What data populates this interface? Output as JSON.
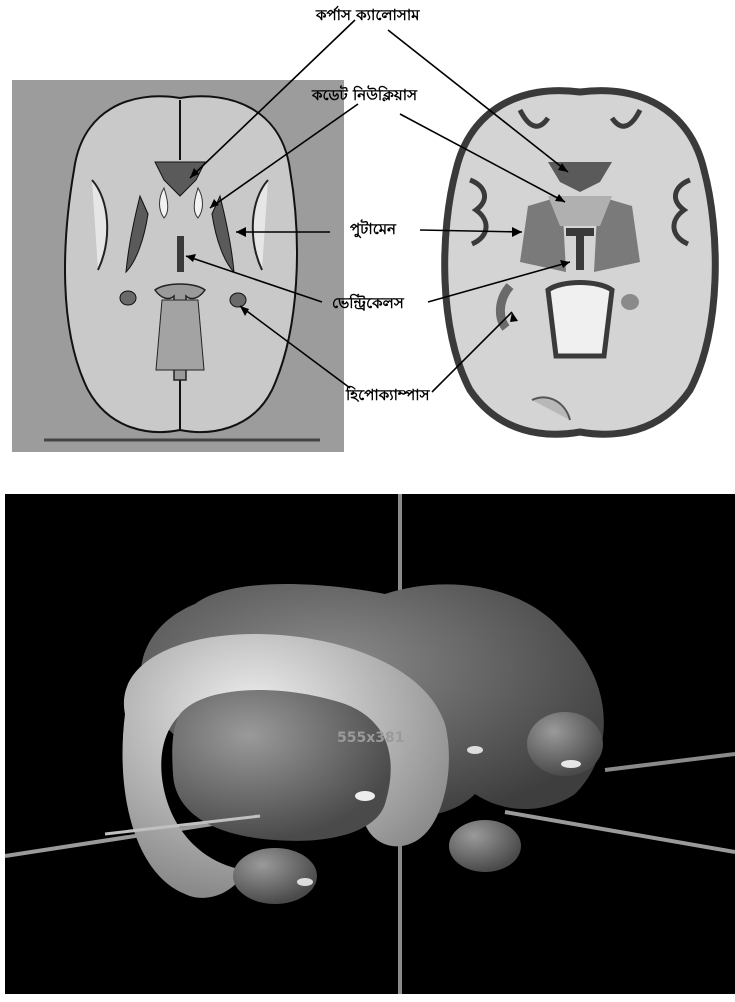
{
  "labels": {
    "corpus_callosum": "কর্পাস ক্যালোসাম",
    "caudate_nucleus": "কডেট নিউক্লিয়াস",
    "putamen": "পুটামেন",
    "ventricles": "ভেন্ট্রিকেলস",
    "hippocampus": "হিপোক্যাম্পাস"
  },
  "render_view": {
    "dimension_readout": "555x381"
  },
  "colors": {
    "left_panel_bg": "#9c9c9c",
    "brain_fill": "#c8c8c8",
    "structure_dark": "#5a5a5a",
    "structure_mid": "#7a7a7a",
    "render_bg": "#000000"
  }
}
